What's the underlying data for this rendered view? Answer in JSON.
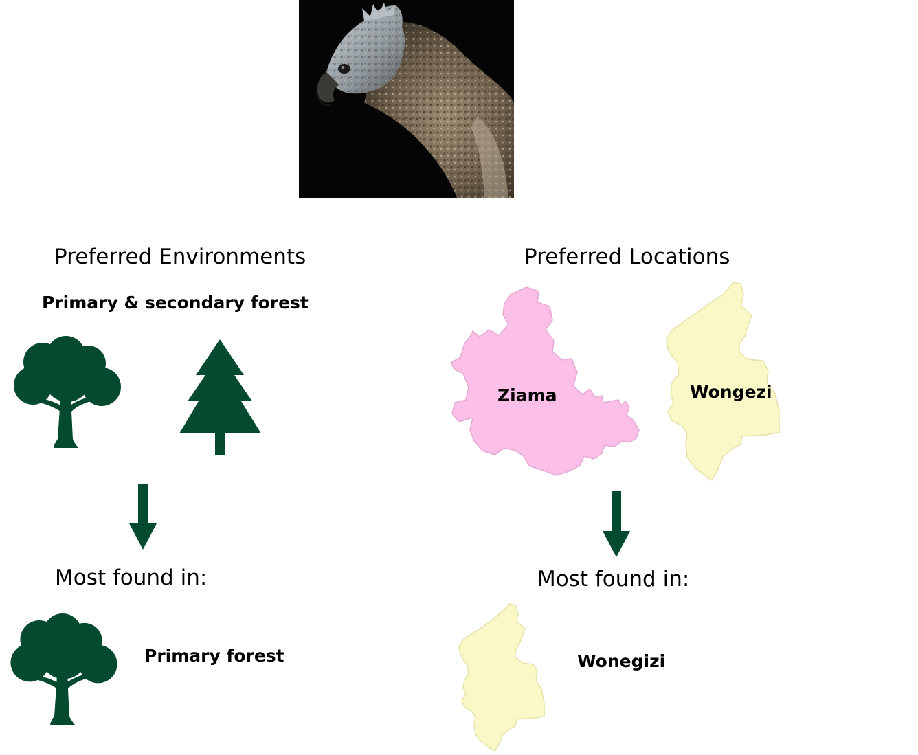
{
  "photo": {
    "subject": "bird-of-prey-photo"
  },
  "left": {
    "heading": "Preferred Environments",
    "subheading": "Primary & secondary forest",
    "icons": [
      "deciduous-tree-icon",
      "pine-tree-icon"
    ],
    "most_found_heading": "Most found in:",
    "result_label": "Primary forest",
    "result_icon": "deciduous-tree-icon"
  },
  "right": {
    "heading": "Preferred Locations",
    "regions": [
      {
        "name": "Ziama",
        "color": "#fbbfe8"
      },
      {
        "name": "Wongezi",
        "color": "#fbf8c8"
      }
    ],
    "most_found_heading": "Most found in:",
    "result_label": "Wonegizi",
    "result_color": "#fbf8c8"
  },
  "colors": {
    "icon_green": "#034a2e",
    "region_pink": "#fbbfe8",
    "region_yellow": "#fbf8c8"
  }
}
